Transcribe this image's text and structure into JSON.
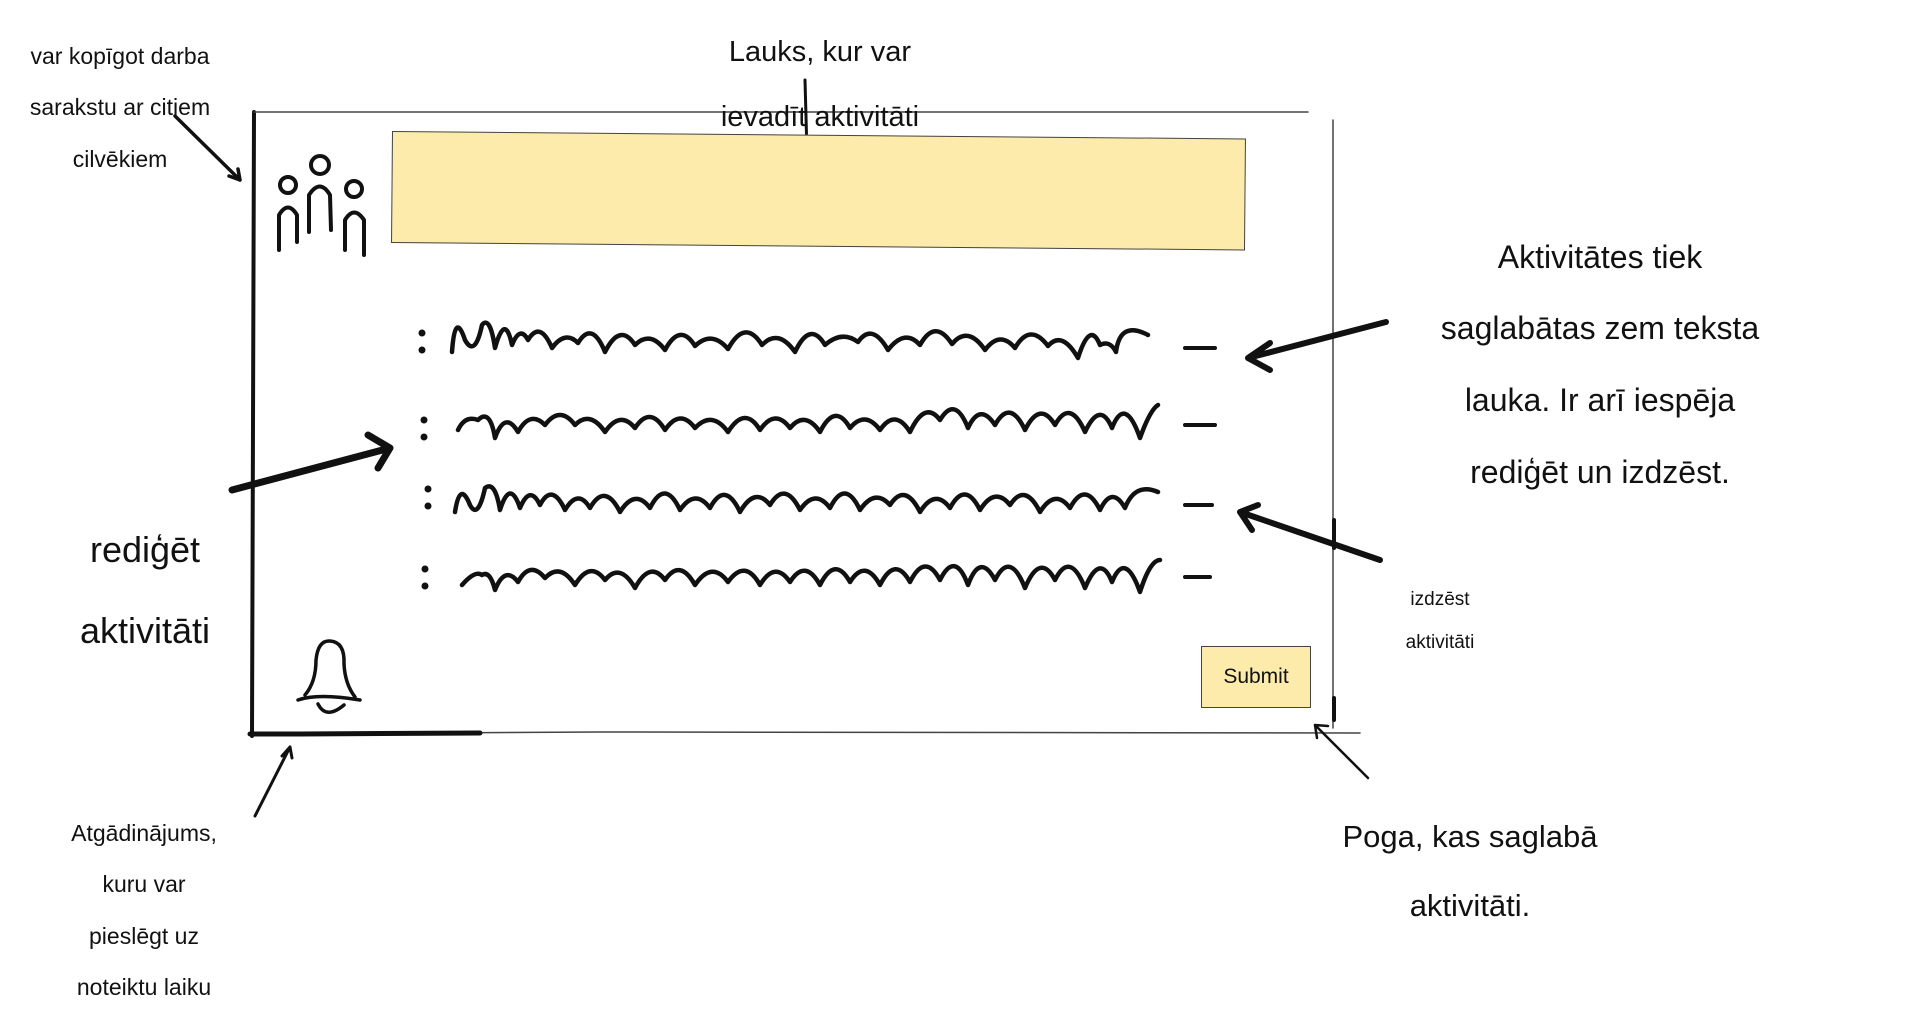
{
  "annotations": {
    "share": [
      "var kopīgot darba",
      "sarakstu ar citiem",
      "cilvēkiem"
    ],
    "input_field": [
      "Lauks, kur var",
      "ievadīt aktivitāti"
    ],
    "saved_activities": [
      "Aktivitātes tiek",
      "saglabātas zem teksta",
      "lauka. Ir arī iespēja",
      "rediģēt un izdzēst."
    ],
    "edit_activity": [
      "rediģēt",
      "aktivitāti"
    ],
    "delete_activity": [
      "izdzēst",
      "aktivitāti"
    ],
    "reminder": [
      "Atgādinājums,",
      "kuru var",
      "pieslēgt uz",
      "noteiktu laiku"
    ],
    "submit_explain": [
      "Poga, kas saglabā",
      "aktivitāti."
    ]
  },
  "app": {
    "submit_label": "Submit",
    "activity_rows": 4,
    "input_fill_color": "#fcebaa",
    "icons": [
      "people-icon",
      "bell-icon",
      "edit-handle-icon",
      "delete-dash-icon"
    ]
  }
}
